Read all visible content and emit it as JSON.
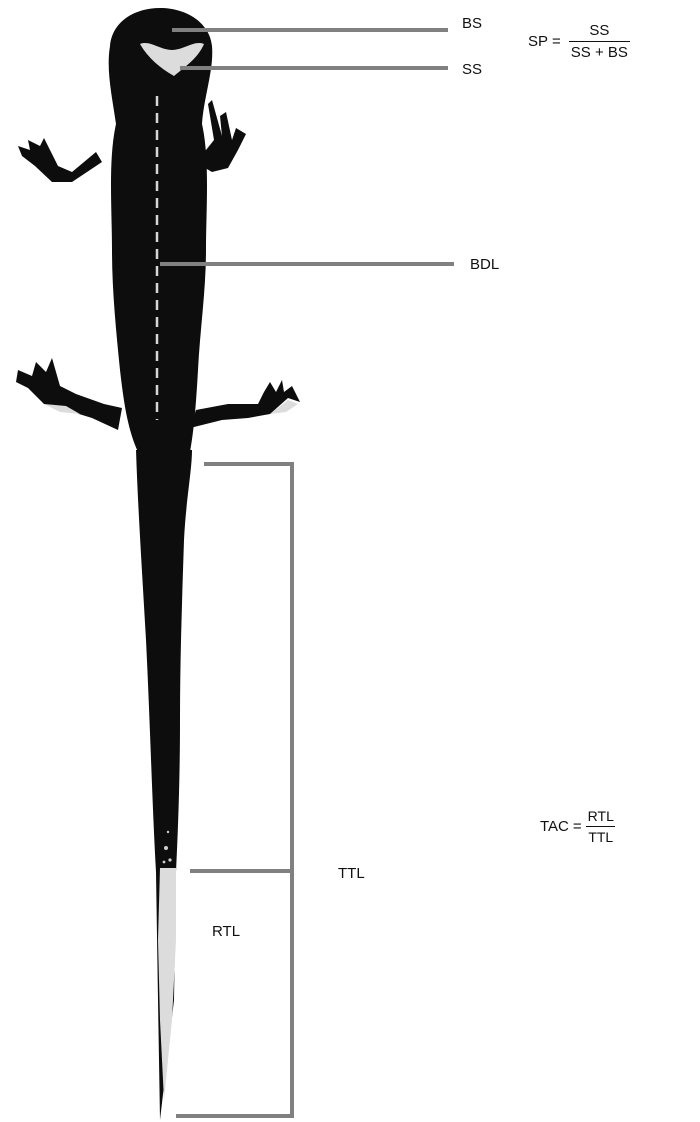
{
  "labels": {
    "bs": "BS",
    "ss": "SS",
    "bdl": "BDL",
    "ttl": "TTL",
    "rtl": "RTL"
  },
  "formulas": {
    "sp": {
      "lhs": "SP",
      "eq": "=",
      "numerator": "SS",
      "denominator": "SS + BS"
    },
    "tac": {
      "lhs": "TAC",
      "eq": "=",
      "numerator": "RTL",
      "denominator": "TTL"
    }
  },
  "colors": {
    "body": "#0d0d0d",
    "pale": "#dcdcdc",
    "leader": "#808080",
    "text": "#111111"
  }
}
